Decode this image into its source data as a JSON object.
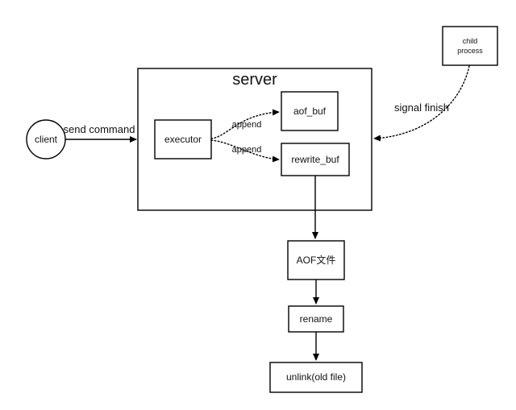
{
  "nodes": {
    "server": "server",
    "client": "client",
    "executor": "executor",
    "aof_buf": "aof_buf",
    "rewrite_buf": "rewrite_buf",
    "child_process_line1": "child",
    "child_process_line2": "process",
    "aof_file": "AOF文件",
    "rename": "rename",
    "unlink": "unlink(old file)"
  },
  "edges": {
    "client_to_server": "send command",
    "executor_to_aof_buf": "append",
    "executor_to_rewrite_buf": "append",
    "child_to_server": "signal finish"
  }
}
